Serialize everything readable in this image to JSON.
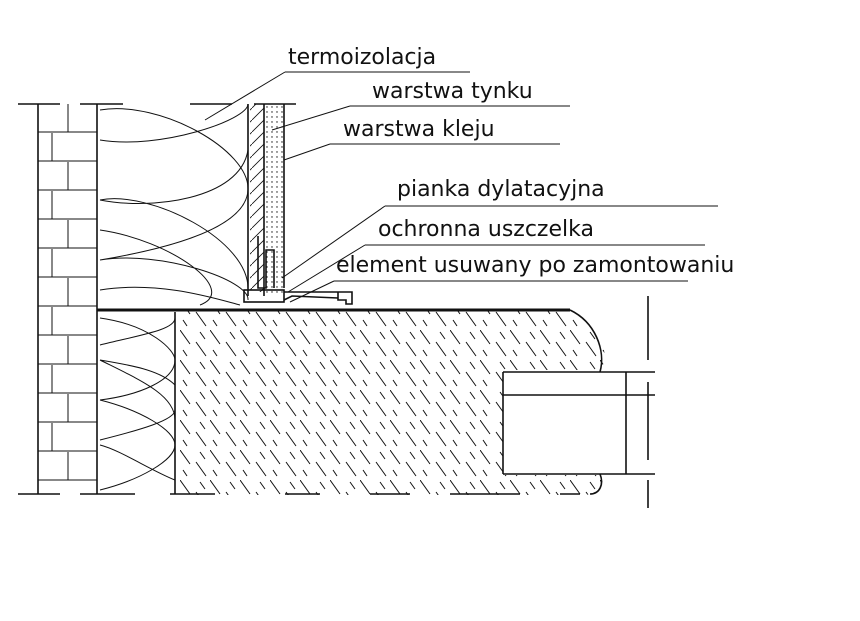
{
  "labels": {
    "termoizolacja": "termoizolacja",
    "warstwa_tynku": "warstwa tynku",
    "warstwa_kleju": "warstwa kleju",
    "pianka": "pianka dylatacyjna",
    "uszczelka": "ochronna uszczelka",
    "element": "element usuwany po zamontowaniu"
  },
  "colors": {
    "ink": "#111111",
    "background": "#ffffff"
  }
}
